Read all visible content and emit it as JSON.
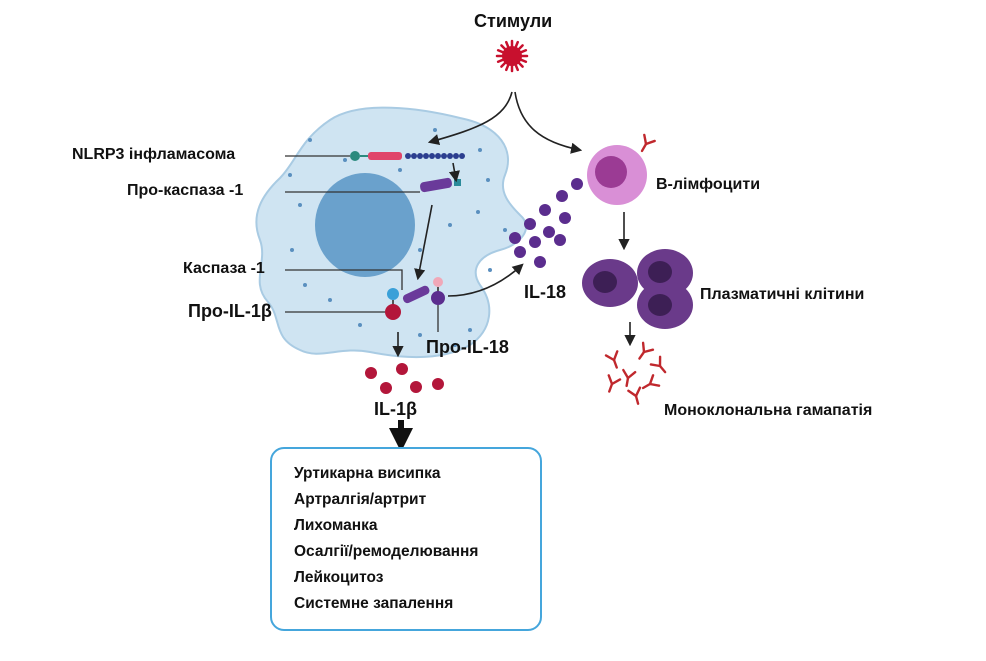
{
  "labels": {
    "stimuli": "Стимули",
    "nlrp3": "NLRP3  інфламасома",
    "pro_caspase": "Про-каспаза -1",
    "caspase": "Каспаза -1",
    "pro_il1b": "Про-IL-1β",
    "pro_il18": "Про-IL-18",
    "il18": "IL-18",
    "il1b": "IL-1β",
    "b_lymphocytes": "В-лімфоцити",
    "plasma_cells": "Плазматичні клітини",
    "monoclonal": "Моноклональна гамапатія"
  },
  "symptoms": [
    "Уртикарна висипка",
    "Артралгія/артрит",
    "Лихоманка",
    "Осалгії/ремоделювання",
    "Лейкоцитоз",
    "Системне запалення"
  ],
  "colors": {
    "cell_fill": "#cfe4f2",
    "cell_stroke": "#a9cbe3",
    "nucleus": "#6aa1cc",
    "il1b_red": "#b3163a",
    "il18_purple": "#5b2d8e",
    "b_cell_pink": "#d98fd6",
    "plasma_purple": "#6a3a8a",
    "antibody_red": "#c0282d",
    "box_border": "#45a6dc",
    "stimulus_red": "#c8102e"
  },
  "icons": {
    "stimulus": "virus-icon",
    "antibody": "antibody-icon",
    "b_cell": "b-lymphocyte-icon",
    "plasma_cell": "plasma-cell-icon"
  }
}
